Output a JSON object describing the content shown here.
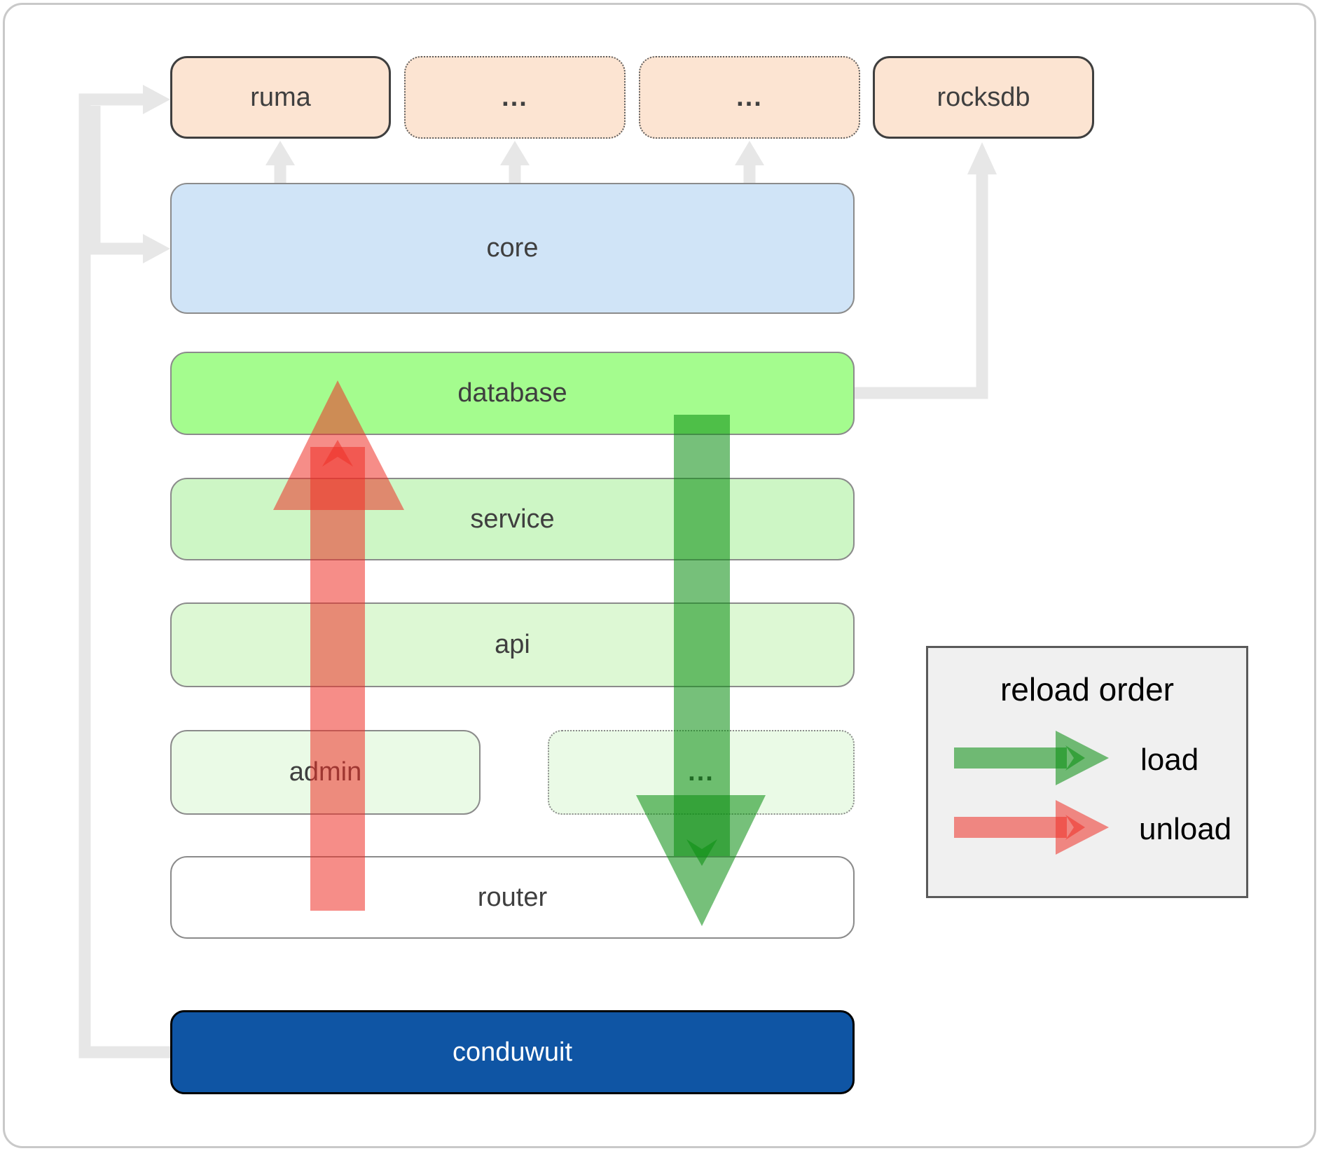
{
  "diagram": {
    "top_row": {
      "ruma": "ruma",
      "ellipsis1": "...",
      "ellipsis2": "...",
      "rocksdb": "rocksdb"
    },
    "layers": {
      "core": "core",
      "database": "database",
      "service": "service",
      "api": "api",
      "admin": "admin",
      "ellipsis3": "...",
      "router": "router",
      "conduwuit": "conduwuit"
    }
  },
  "legend": {
    "title": "reload order",
    "items": [
      {
        "label": "load"
      },
      {
        "label": "unload"
      }
    ]
  },
  "colors": {
    "peach": "#fce4d2",
    "core-blue": "#d0e4f7",
    "database-green": "#a4fc8e",
    "service-green": "#cdf6c5",
    "api-green": "#ddf8d4",
    "faint-green": "#eafae6",
    "conduwuit-blue": "#0f55a4",
    "load-green": "#0a8f12",
    "unload-red": "#ee2f26",
    "edge-gray": "#e7e7e7",
    "legend-bg": "#f0f0f0"
  }
}
